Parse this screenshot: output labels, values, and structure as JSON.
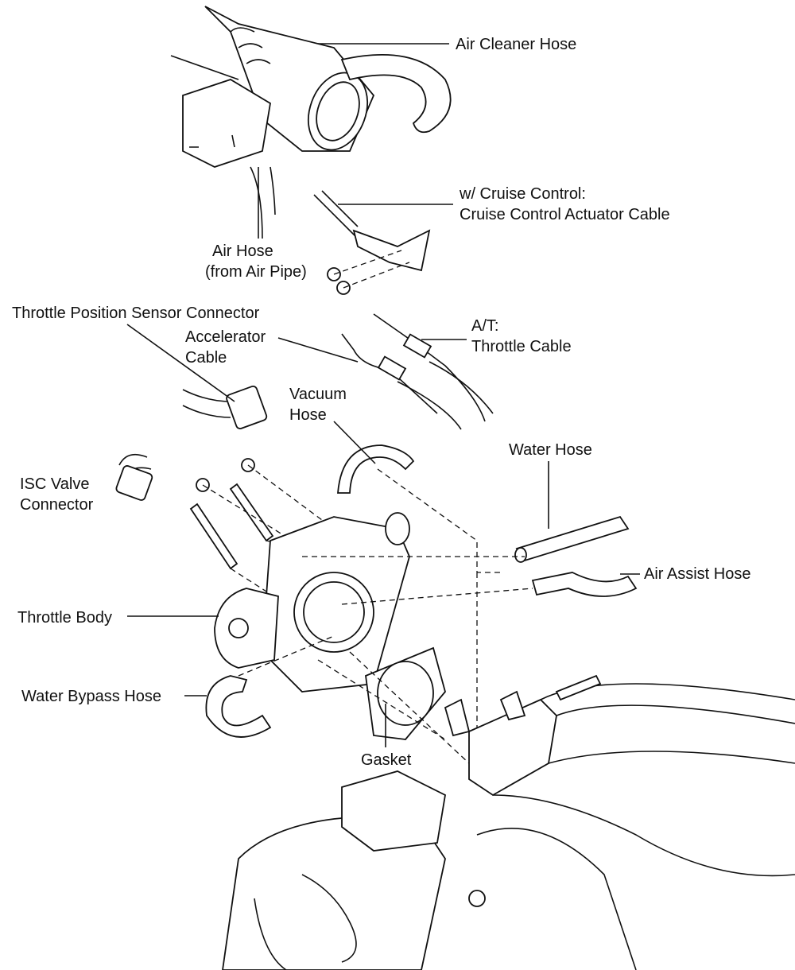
{
  "labels": {
    "air_cleaner_hose": "Air Cleaner Hose",
    "cruise_control_1": "w/ Cruise Control:",
    "cruise_control_2": "Cruise Control Actuator Cable",
    "air_hose_1": "Air Hose",
    "air_hose_2": "(from Air Pipe)",
    "tps_connector": "Throttle Position Sensor Connector",
    "accelerator_1": "Accelerator",
    "accelerator_2": "Cable",
    "at_1": "A/T:",
    "at_2": "Throttle Cable",
    "vacuum_1": "Vacuum",
    "vacuum_2": "Hose",
    "water_hose": "Water Hose",
    "isc_1": "ISC Valve",
    "isc_2": "Connector",
    "air_assist_hose": "Air Assist Hose",
    "throttle_body": "Throttle Body",
    "water_bypass_hose": "Water Bypass Hose",
    "gasket": "Gasket"
  }
}
